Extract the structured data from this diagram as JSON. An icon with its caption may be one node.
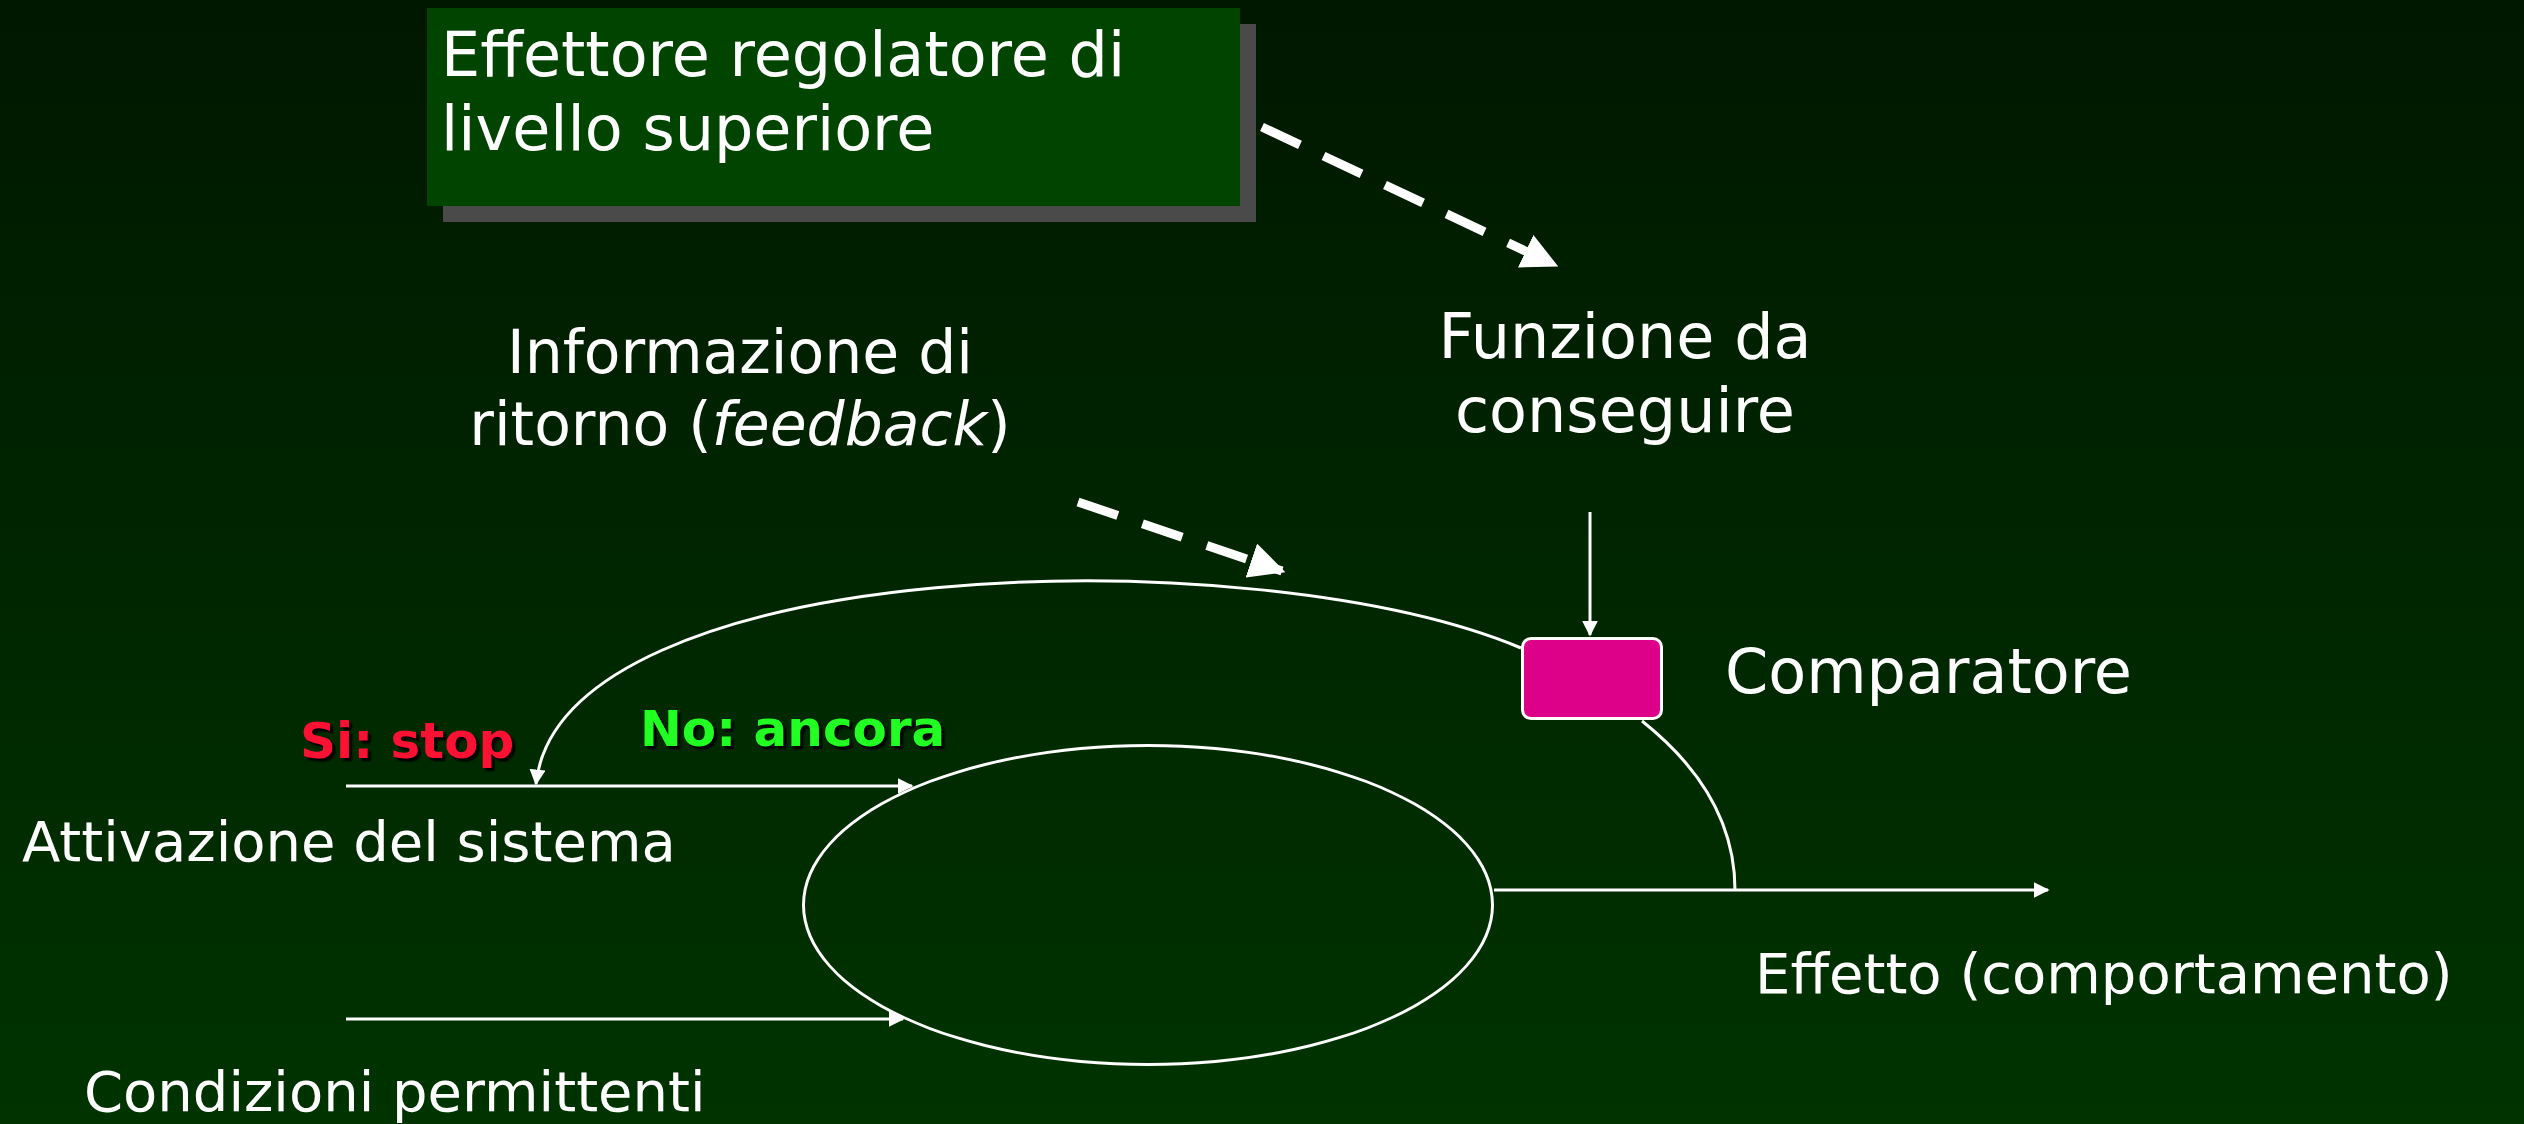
{
  "diagram": {
    "nodes": [
      {
        "text": [
          "Effettore regolatore di livello superiore"
        ]
      },
      {
        "text": [
          "Funzione da conseguire"
        ]
      },
      {
        "text": [
          "Informazione di ritorno (*feedback*)"
        ]
      },
      {
        "text": [],
        "shape": "box",
        "beside": [
          "Comparatore"
        ]
      },
      {
        "text": [],
        "shape": "ellipse"
      },
      {
        "text": [
          "Attivazione del sistema"
        ]
      },
      {
        "text": [
          "Condizioni permittenti"
        ]
      },
      {
        "text": [
          "Effetto (comportamento)"
        ]
      }
    ],
    "edges": [
      {
        "from": 0,
        "to": 1,
        "arrow": "to",
        "style": "dashed"
      },
      {
        "from": 2,
        "to": null,
        "arrow": "to",
        "style": "dashed"
      },
      {
        "from": 1,
        "to": 3,
        "arrow": "to"
      },
      {
        "from": 3,
        "to": 5,
        "arrow": "to",
        "label": "Si: stop"
      },
      {
        "from": 5,
        "to": 4,
        "arrow": "to",
        "label": "No: ancora"
      },
      {
        "from": 6,
        "to": 4,
        "arrow": "to"
      },
      {
        "from": 4,
        "to": 7,
        "arrow": "to"
      },
      {
        "from": 3,
        "to": null,
        "arrow": "none"
      }
    ]
  }
}
